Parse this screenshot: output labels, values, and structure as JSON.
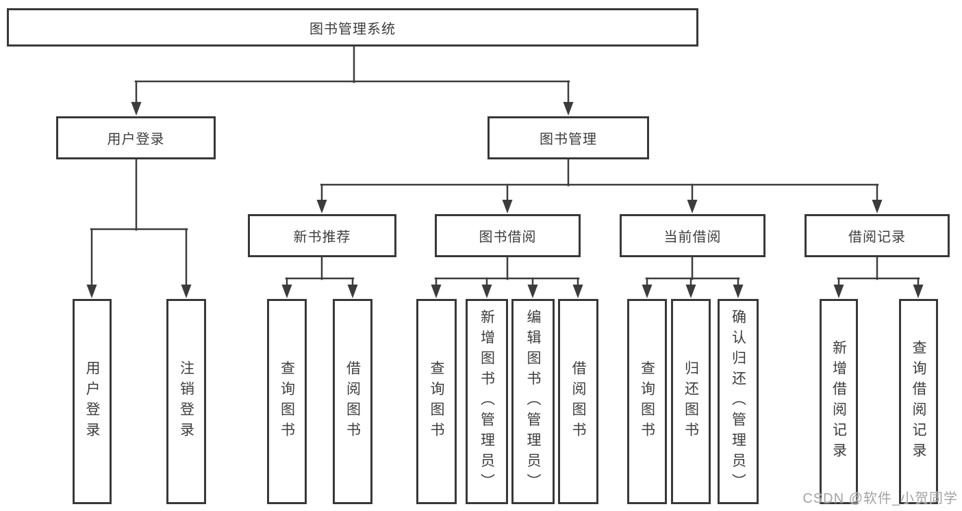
{
  "diagram": {
    "title": "图书管理系统",
    "tree": {
      "label": "图书管理系统",
      "children": [
        {
          "label": "用户登录",
          "children": [
            {
              "label": "用户登录"
            },
            {
              "label": "注销登录"
            }
          ]
        },
        {
          "label": "图书管理",
          "children": [
            {
              "label": "新书推荐",
              "children": [
                {
                  "label": "查询图书"
                },
                {
                  "label": "借阅图书"
                }
              ]
            },
            {
              "label": "图书借阅",
              "children": [
                {
                  "label": "查询图书"
                },
                {
                  "label": "新增图书（管理员）"
                },
                {
                  "label": "编辑图书（管理员）"
                },
                {
                  "label": "借阅图书"
                }
              ]
            },
            {
              "label": "当前借阅",
              "children": [
                {
                  "label": "查询图书"
                },
                {
                  "label": "归还图书"
                },
                {
                  "label": "确认归还（管理员）"
                }
              ]
            },
            {
              "label": "借阅记录",
              "children": [
                {
                  "label": "新增借阅记录"
                },
                {
                  "label": "查询借阅记录"
                }
              ]
            }
          ]
        }
      ]
    },
    "colors": {
      "line": "#3c3c3c",
      "border": "#383838",
      "text": "#3d3d3d",
      "background": "#ffffff",
      "watermark": "#a3a3a3"
    }
  },
  "watermark": {
    "text": "CSDN @软件_小贺同学"
  }
}
